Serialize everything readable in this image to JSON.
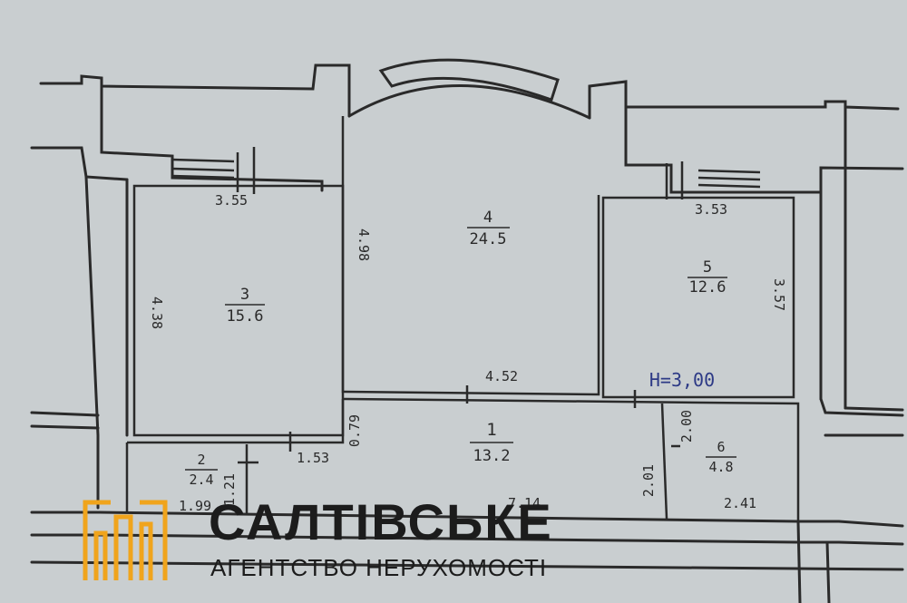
{
  "rooms": [
    {
      "number": "1",
      "area": "13.2"
    },
    {
      "number": "2",
      "area": "2.4"
    },
    {
      "number": "3",
      "area": "15.6"
    },
    {
      "number": "4",
      "area": "24.5"
    },
    {
      "number": "5",
      "area": "12.6"
    },
    {
      "number": "6",
      "area": "4.8"
    }
  ],
  "dimensions": {
    "room3_width": "3.55",
    "room3_height": "4.38",
    "room4_height": "4.98",
    "room4_width": "4.52",
    "room5_width": "3.53",
    "room5_height": "3.57",
    "room1_depth": "0.79",
    "room2_door": "1.53",
    "room2_width": "1.99",
    "room2_height": "1.21",
    "room1_length": "7.14",
    "room6_height_top": "2.00",
    "room6_height_left": "2.01",
    "room6_width": "2.41"
  },
  "ceiling_height": "H=3,00",
  "agency": {
    "name": "САЛТІВСЬКЕ",
    "subtitle": "АГЕНТСТВО НЕРУХОМОСТІ",
    "logo_color": "#f0a41c"
  },
  "colors": {
    "paper": "#c9ced0",
    "line": "#2a2a2a",
    "pen": "#2d3a86"
  }
}
